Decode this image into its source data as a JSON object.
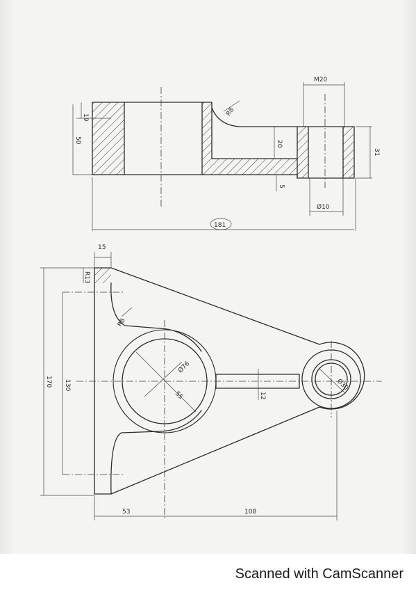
{
  "drawing": {
    "section_view_dimensions": {
      "top_hole": "M20",
      "flange_thickness": "19",
      "height_50": "50",
      "fillet": "R8",
      "web_20": "20",
      "web_5": "5",
      "boss_height": "31",
      "boss_bore": "Ø10",
      "overall_length": "181"
    },
    "plan_view_dimensions": {
      "top_width": "15",
      "chamfer": "R13",
      "fillet": "R8",
      "height_170": "170",
      "height_130": "130",
      "bore_large": "Ø76",
      "radius_55": "55",
      "rib_12": "12",
      "bore_small": "Ø30",
      "offset_53": "53",
      "span_108": "108"
    }
  },
  "footer": {
    "watermark": "Scanned with CamScanner"
  }
}
